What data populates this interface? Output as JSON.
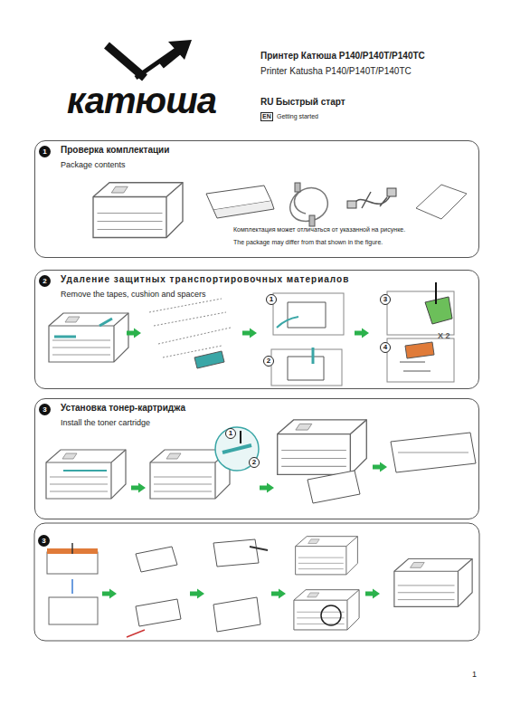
{
  "diagram": {
    "title": "Принтер Катюша P140/P140T/P140TC",
    "nodes": [
      {
        "text": [
          "Проверка комплектации",
          "Package contents"
        ]
      },
      {
        "text": [
          "1"
        ],
        "in": 0
      },
      {
        "text": [
          "Удаление защитных транспортировочных материалов",
          "Remove the tapes, cushion and spacers"
        ]
      },
      {
        "text": [
          "2"
        ],
        "in": 2
      },
      {
        "text": [
          "1"
        ],
        "in": 2
      },
      {
        "text": [
          "2"
        ],
        "in": 2
      },
      {
        "text": [
          "3"
        ],
        "in": 2
      },
      {
        "text": [
          "4"
        ],
        "in": 2
      },
      {
        "text": [
          "Установка тонер-картриджа",
          "Install the toner cartridge"
        ]
      },
      {
        "text": [
          "3"
        ],
        "in": 8
      },
      {
        "text": [
          "1"
        ],
        "in": 8
      },
      {
        "text": [
          "2"
        ],
        "in": 8
      },
      {
        "text": [
          "3"
        ]
      }
    ],
    "labels": [
      "Printer Katusha P140/P140T/P140TC",
      "RU",
      "Быстрый старт",
      "EN",
      "Getting started",
      "катюша",
      "Комплектация может отличаться от указанной на рисунке.",
      "The package may differ from that shown in the figure.",
      "X 2",
      "1"
    ]
  }
}
